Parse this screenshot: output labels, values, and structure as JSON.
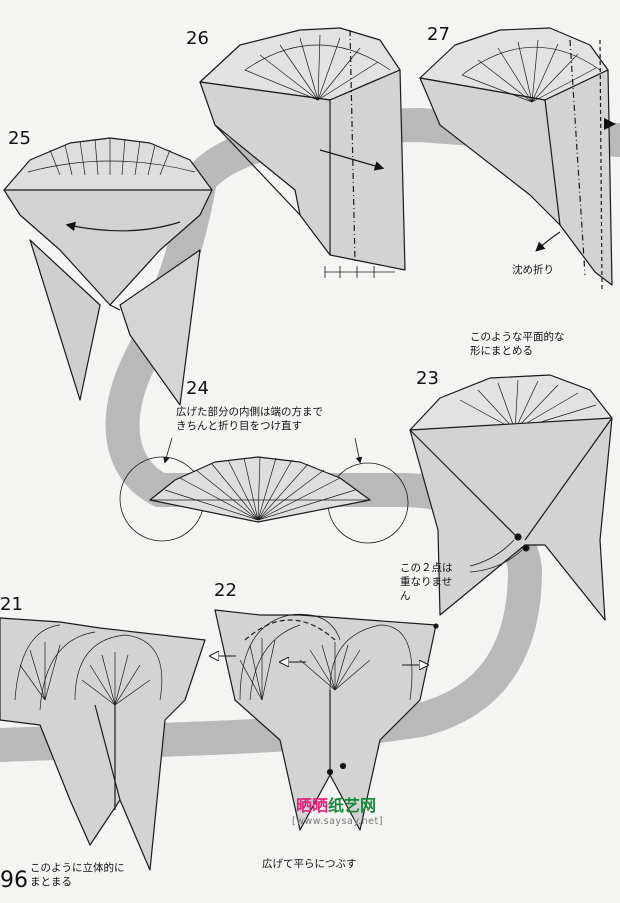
{
  "steps": {
    "s21": "21",
    "s22": "22",
    "s23": "23",
    "s24": "24",
    "s25": "25",
    "s26": "26",
    "s27": "27"
  },
  "notes": {
    "s27_sink": "沈め折り",
    "s24_line1": "広げた部分の内側は端の方まで",
    "s24_line2": "きちんと折り目をつけ直す",
    "s23_line1": "このような平面的な",
    "s23_line2": "形にまとめる",
    "s23_pts1": "この２点は",
    "s23_pts2": "重なりませ",
    "s23_pts3": "ん",
    "s21_line1": "このように立体的に",
    "s21_line2": "まとまる",
    "s22_note": "広げて平らにつぶす"
  },
  "page_number": "96",
  "watermark": {
    "part1": "晒晒",
    "part2": "纸艺网",
    "url": "[www.saysay.net]"
  },
  "colors": {
    "paper": "#d3d3d3",
    "paper_light": "#e8e8e8",
    "band": "#b8b8b8",
    "line": "#1a1a1a"
  }
}
